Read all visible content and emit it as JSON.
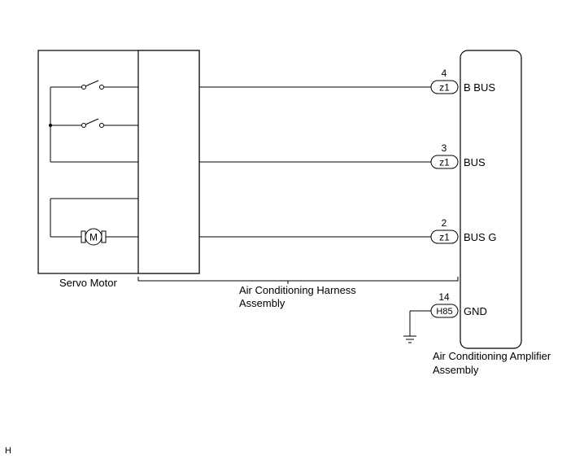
{
  "components": {
    "servo_motor": {
      "label": "Servo Motor",
      "motor_symbol": "M"
    },
    "harness": {
      "label_line1": "Air Conditioning Harness",
      "label_line2": "Assembly"
    },
    "amplifier": {
      "label_line1": "Air Conditioning Amplifier",
      "label_line2": "Assembly"
    }
  },
  "pins": [
    {
      "number": "4",
      "connector": "z1",
      "signal": "B BUS"
    },
    {
      "number": "3",
      "connector": "z1",
      "signal": "BUS"
    },
    {
      "number": "2",
      "connector": "z1",
      "signal": "BUS G"
    },
    {
      "number": "14",
      "connector": "H85",
      "signal": "GND"
    }
  ],
  "footer": {
    "code": "H"
  },
  "icons": [
    "switch-icon",
    "motor-icon",
    "ground-icon"
  ]
}
